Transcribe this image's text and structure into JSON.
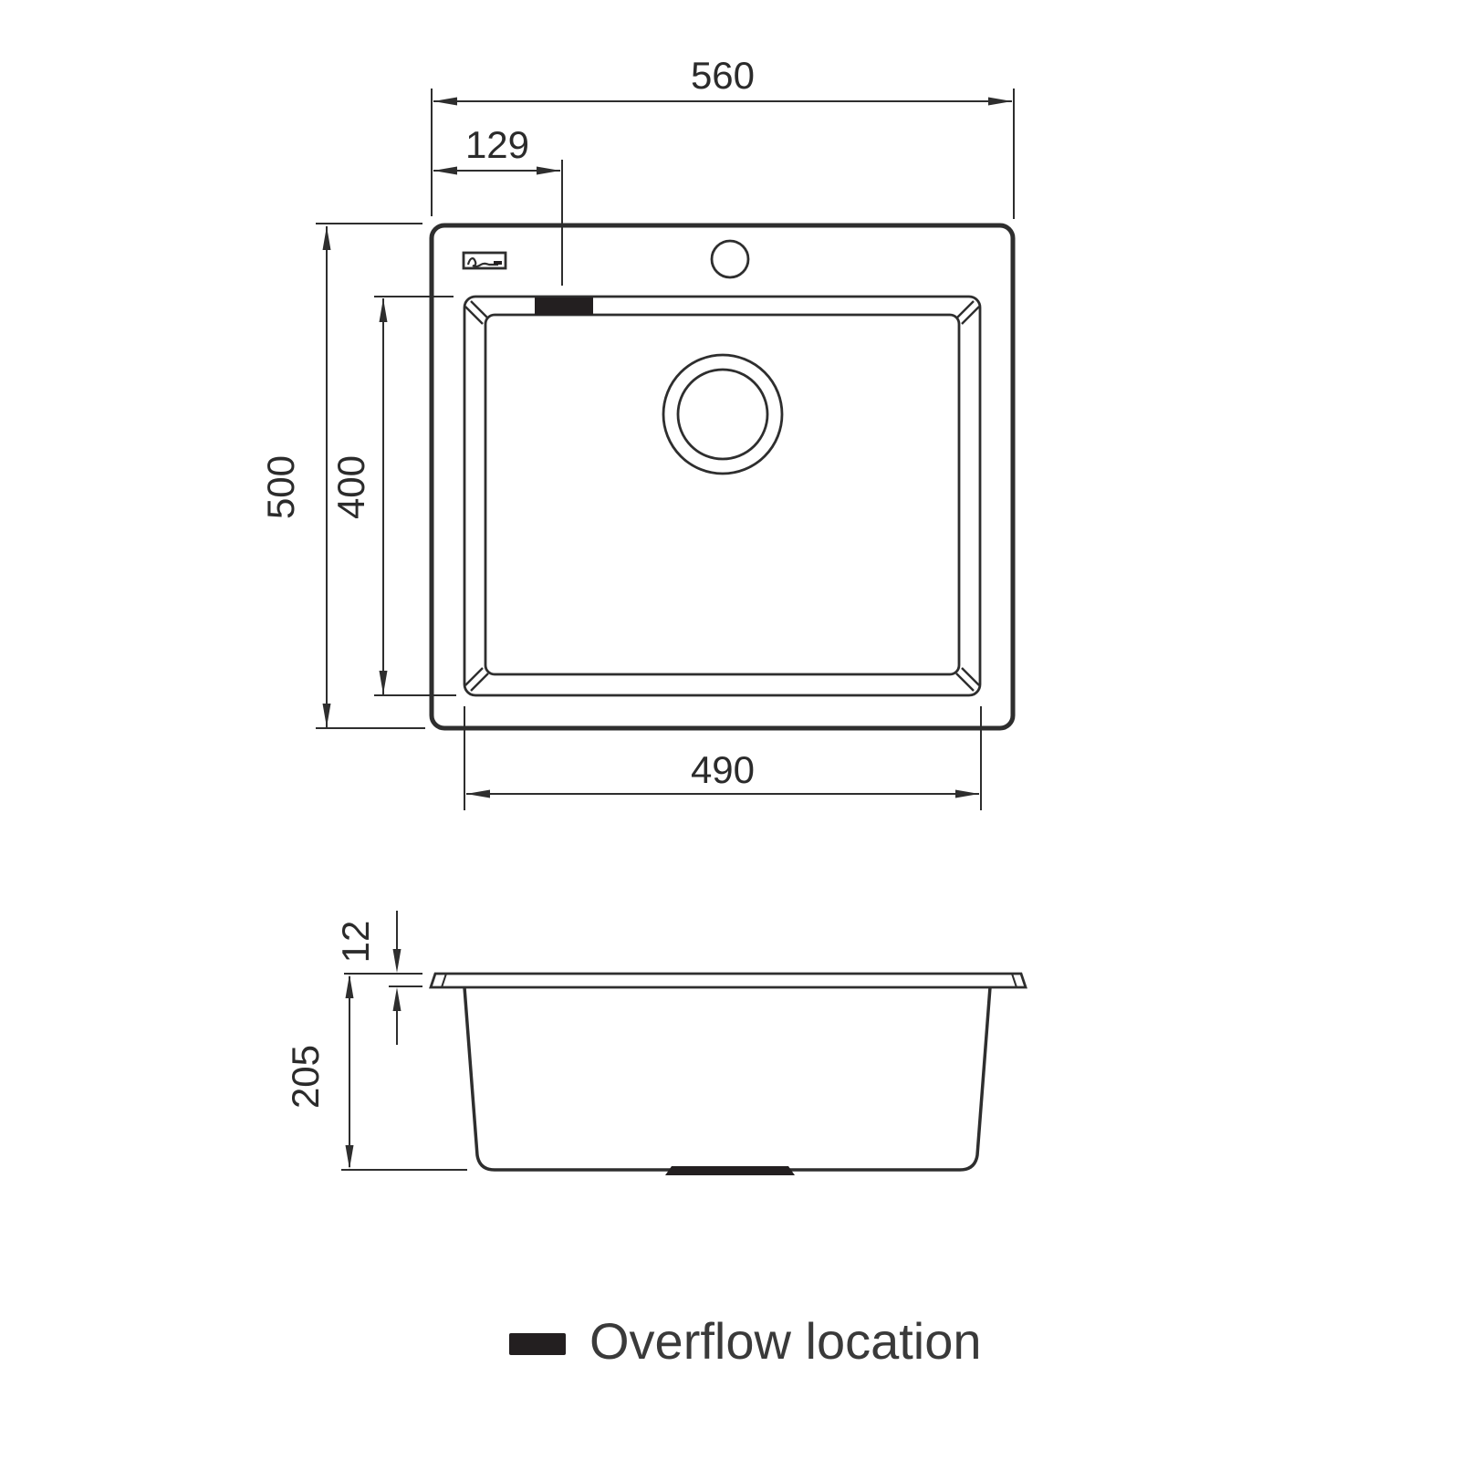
{
  "colors": {
    "line": "#2e2e2e",
    "dim_text": "#2b2b2b",
    "legend_text": "#3a3a3a",
    "overflow_fill": "#231f20",
    "background": "#ffffff"
  },
  "top_view": {
    "name": "sink plan view",
    "dimensions": {
      "overall_width": "560",
      "tap_hole_offset": "129",
      "overall_depth": "500",
      "bowl_inner_depth": "400",
      "bowl_inner_width": "490"
    },
    "features": {
      "tap_hole_icon": "circle-outline",
      "drain_icon": "concentric-circles",
      "overflow_marker_icon": "filled-rect",
      "brand_logo_icon": "script-logo-plate"
    }
  },
  "side_view": {
    "name": "sink section view",
    "dimensions": {
      "rim_height": "12",
      "bowl_depth": "205"
    },
    "features": {
      "drain_boss_icon": "filled-bar"
    }
  },
  "legend": {
    "swatch_icon": "filled-rect",
    "label": "Overflow location"
  }
}
